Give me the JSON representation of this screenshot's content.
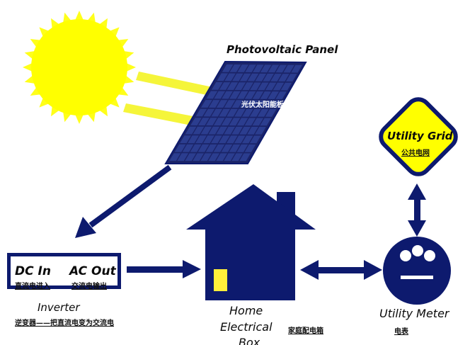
{
  "labels": {
    "pv_panel": "Photovoltaic Panel",
    "pv_panel_cn": "光伏太阳能板",
    "utility_grid": "Utility Grid",
    "utility_grid_cn": "公共电网",
    "dc_in": "DC In",
    "dc_in_cn": "直流电进入",
    "ac_out": "AC Out",
    "ac_out_cn": "交流电输出",
    "inverter": "Inverter",
    "inverter_cn": "逆变器——把直流电变为交流电",
    "home_line1": "Home",
    "home_line2": "Electrical",
    "home_line3": "Box",
    "home_cn": "家庭配电箱",
    "utility_meter": "Utility Meter",
    "utility_meter_cn": "电表"
  },
  "colors": {
    "navy": "#0d1a6e",
    "sun": "#ffff00",
    "sun_ray": "#ffff1a",
    "arrow_yellow": "#f5f53a",
    "grid_fill": "#ffff00",
    "door": "#ffef3a",
    "panel_cell": "#2b3d8f"
  }
}
